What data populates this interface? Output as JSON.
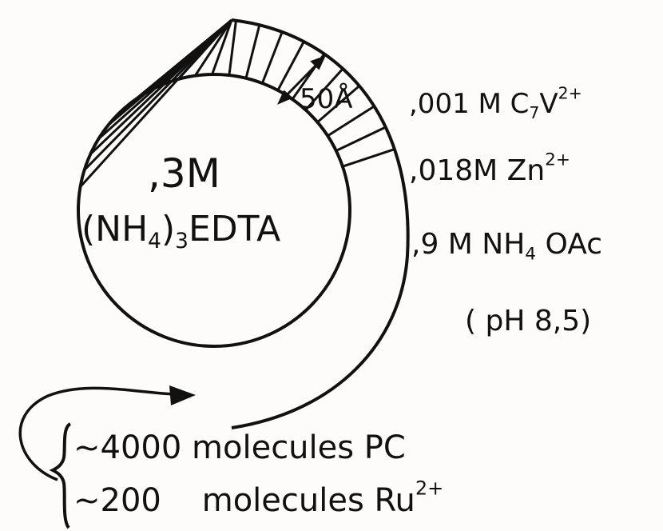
{
  "interior": {
    "concentration": ",3M",
    "salt_prefix": "(NH",
    "salt_sub1": "4",
    "salt_mid": ")",
    "salt_sub2": "3",
    "salt_suffix": "EDTA"
  },
  "bilayer_thickness": {
    "value": "50Å"
  },
  "exterior": {
    "line1_prefix": ",001 M C",
    "line1_sub": "7",
    "line1_main": "V",
    "line1_sup": "2+",
    "line2_prefix": ",018M Zn",
    "line2_sup": "2+",
    "line3_prefix": ",9 M  NH",
    "line3_sub": "4",
    "line3_suffix": " OAc",
    "ph": "( pH 8,5)"
  },
  "membrane_composition": {
    "line1": "~4000 molecules PC",
    "line2_prefix": "~200    molecules Ru",
    "line2_sup": "2+"
  },
  "colors": {
    "ink": "#111111",
    "paper": "#fdfcfa"
  }
}
